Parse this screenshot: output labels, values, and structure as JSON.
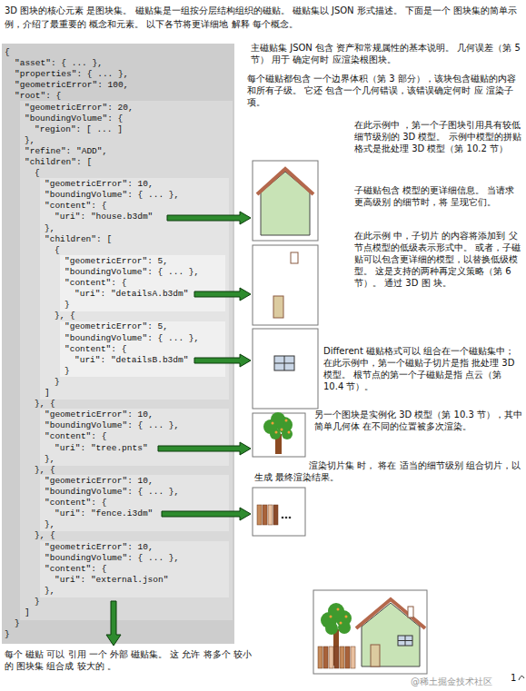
{
  "diagram": {
    "nodes": [
      {
        "text": [
          "{",
          "\"asset\": { ... },",
          "\"properties\": { ... },",
          "\"geometricError\": 100,",
          "\"root\": {",
          "}",
          "}"
        ]
      },
      {
        "text": [
          "\"geometricError\": 20,",
          "\"boundingVolume\": {",
          "\"region\": [ ... ]",
          "},",
          "\"refine\": \"ADD\",",
          "\"children\": [",
          "{",
          "}, {",
          "}, {",
          "}, {",
          "}",
          "]"
        ],
        "in": 0
      },
      {
        "text": [
          "\"geometricError\": 10,",
          "\"boundingVolume\": { ... },",
          "\"content\": {",
          "\"uri\": \"house.b3dm\"",
          "},",
          "\"children\": [",
          "{",
          "}, {",
          "}",
          "]"
        ],
        "in": 1
      },
      {
        "text": [
          "\"geometricError\": 5,",
          "\"boundingVolume\": { ... },",
          "\"content\": {",
          "\"uri\": \"detailsA.b3dm\"",
          "}"
        ],
        "in": 2
      },
      {
        "text": [
          "\"geometricError\": 5,",
          "\"boundingVolume\": { ... },",
          "\"content\": {",
          "\"uri\": \"detailsB.b3dm\"",
          "}"
        ],
        "in": 2
      },
      {
        "text": [
          "\"geometricError\": 10,",
          "\"boundingVolume\": { ... },",
          "\"content\": {",
          "\"uri\": \"tree.pnts\"",
          "},"
        ],
        "in": 1
      },
      {
        "text": [
          "\"geometricError\": 10,",
          "\"boundingVolume\": { ... },",
          "\"content\": {",
          "\"uri\": \"fence.i3dm\"",
          "},"
        ],
        "in": 1
      },
      {
        "text": [
          "\"geometricError\": 10,",
          "\"boundingVolume\": { ... },",
          "\"content\": {",
          "\"uri\": \"external.json\"",
          "},"
        ],
        "in": 1
      }
    ],
    "labels": [
      "3D 图块的核心元素 是图块集。 磁贴集是一组按分层结构组织的磁贴。 磁贴集以 JSON 形式描述。 下面是一个 图块集的简单示例，介绍了最重要的 概念和元素。 以下各节将更详细地 解释 每个概念。",
      "主磁贴集 JSON 包含 资产和常规属性的基本说明。 几何误差（第 5 节） 用于 确定何时 应渲染根图块。",
      "每个磁贴都包含 一个边界体积（第 3 部分），该块包含磁贴的内容和所有子级。 它还 包含一个几何错误，该错误确定何时 应 渲染子项。",
      "在此示例中 ，第一个子图块引用具有较低细节级别的 3D 模型。 示例中模型的拼贴格式是批处理 3D 模型（第 10.2 节）",
      "子磁贴包含 模型的更详细信息。 当请求更高级别 的细节时，将 呈现它们。",
      "在此示例 中，子切片 的内容将添加到 父节点模型的低级表示形式中。 或者，子磁贴可以包含更详细的模型，以替换低级模型。 这是支持的两种再定义策略（第 6 节）。 通过 3D 图 块。",
      "Different 磁贴格式可以 组合在一个磁贴集中；在此示例中，第一个磁贴子切片是指 批处理 3D 模型。 根节点的第一个子磁贴是指 点云（第 10.4 节）。",
      "另一个图块是实例化 3D 模型（第 10.3 节），其中简单几何体 在不同的位置被多次渲染。",
      "渲染切片集 时， 将在 适当的细节级别 组合切片，以生成 最终渲染结果。",
      "每个 磁贴 可以 引用 一个 外部 磁贴集。 这 允许 将多个 较小的 图块集 组合成 较大的 。",
      "@稀土掘金技术社区",
      "1"
    ]
  }
}
